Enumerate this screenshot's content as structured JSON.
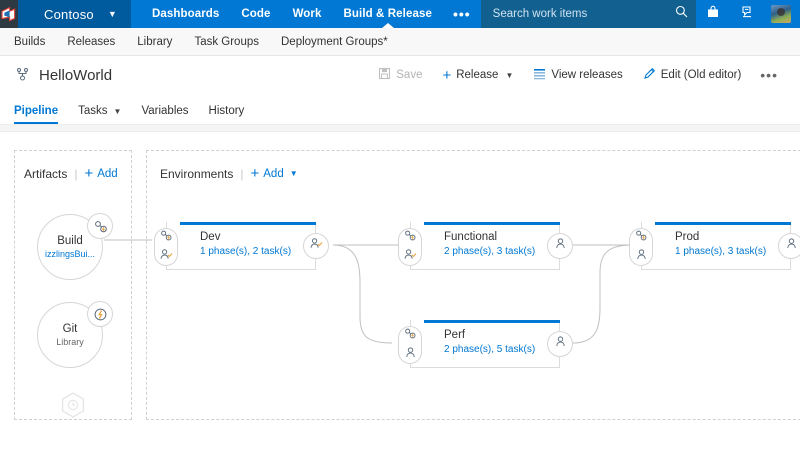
{
  "topbar": {
    "logo_icon": "azure-devops-logo-icon",
    "org_name": "Contoso",
    "org_chevron": "chevron-down-icon",
    "nav": [
      {
        "label": "Dashboards",
        "active": false
      },
      {
        "label": "Code",
        "active": false
      },
      {
        "label": "Work",
        "active": false
      },
      {
        "label": "Build & Release",
        "active": true
      }
    ],
    "overflow_label": "•••",
    "search_placeholder": "Search work items",
    "search_icon": "search-icon",
    "icons": [
      {
        "name": "marketplace-bag-icon"
      },
      {
        "name": "team-rooms-icon"
      },
      {
        "name": "user-avatar"
      },
      {
        "name": "settings-overflow-icon",
        "label": "•••"
      }
    ]
  },
  "subnav": {
    "items": [
      "Builds",
      "Releases",
      "Library",
      "Task Groups",
      "Deployment Groups*"
    ]
  },
  "pagehead": {
    "icon": "release-pipeline-icon",
    "title": "HelloWorld",
    "toolbar": {
      "save_label": "Save",
      "save_icon": "save-floppy-icon",
      "save_disabled": true,
      "release_label": "Release",
      "release_plus_icon": "plus-icon",
      "release_chevron": "chevron-down-icon",
      "view_releases_label": "View releases",
      "view_releases_icon": "list-icon",
      "edit_label": "Edit (Old editor)",
      "edit_icon": "pencil-icon",
      "overflow_label": "•••"
    },
    "tabs": [
      {
        "label": "Pipeline",
        "active": true,
        "chevron": false
      },
      {
        "label": "Tasks",
        "active": false,
        "chevron": true
      },
      {
        "label": "Variables",
        "active": false,
        "chevron": false
      },
      {
        "label": "History",
        "active": false,
        "chevron": false
      }
    ]
  },
  "artifacts_panel": {
    "title": "Artifacts",
    "separator": "|",
    "add_label": "Add",
    "add_icon": "plus-icon",
    "items": [
      {
        "name": "Build",
        "sub": "izzlingsBui...",
        "sub_is_link": true,
        "badge_icon": "continuous-deployment-trigger-icon"
      },
      {
        "name": "Git",
        "sub": "Library",
        "sub_is_link": false,
        "badge_icon": "continuous-deployment-trigger-icon"
      }
    ],
    "schedule_slot_icon": "scheduled-trigger-hexagon-icon"
  },
  "environments_panel": {
    "title": "Environments",
    "separator": "|",
    "add_label": "Add",
    "add_icon": "plus-icon",
    "add_chevron": "chevron-down-icon",
    "nodes": [
      {
        "id": "dev",
        "name": "Dev",
        "sub": "1 phase(s), 2 task(s)",
        "pre_icons": [
          "pre-deployment-trigger-icon",
          "pre-deployment-approval-icon"
        ],
        "post_icon": "post-deployment-approval-icon"
      },
      {
        "id": "functional",
        "name": "Functional",
        "sub": "2 phase(s), 3 task(s)",
        "pre_icons": [
          "pre-deployment-trigger-icon",
          "pre-deployment-approval-icon"
        ],
        "post_icon": "post-deployment-approval-icon"
      },
      {
        "id": "perf",
        "name": "Perf",
        "sub": "2 phase(s), 5 task(s)",
        "pre_icons": [
          "pre-deployment-trigger-icon",
          "pre-deployment-approval-icon"
        ],
        "post_icon": "post-deployment-approval-icon"
      },
      {
        "id": "prod",
        "name": "Prod",
        "sub": "1 phase(s), 3 task(s)",
        "pre_icons": [
          "pre-deployment-trigger-icon",
          "pre-deployment-approval-icon"
        ],
        "post_icon": "post-deployment-approval-icon"
      }
    ]
  },
  "colors": {
    "brand_blue": "#0078d4",
    "topbar_blue": "#0078d4",
    "org_blue": "#005a9e",
    "logo_dark": "#2d3a43",
    "search_blue": "#12608f",
    "text": "#333333",
    "disabled": "#b3b3b3",
    "dashed_border": "#d0d0d0",
    "node_border": "#dcdcdc"
  }
}
